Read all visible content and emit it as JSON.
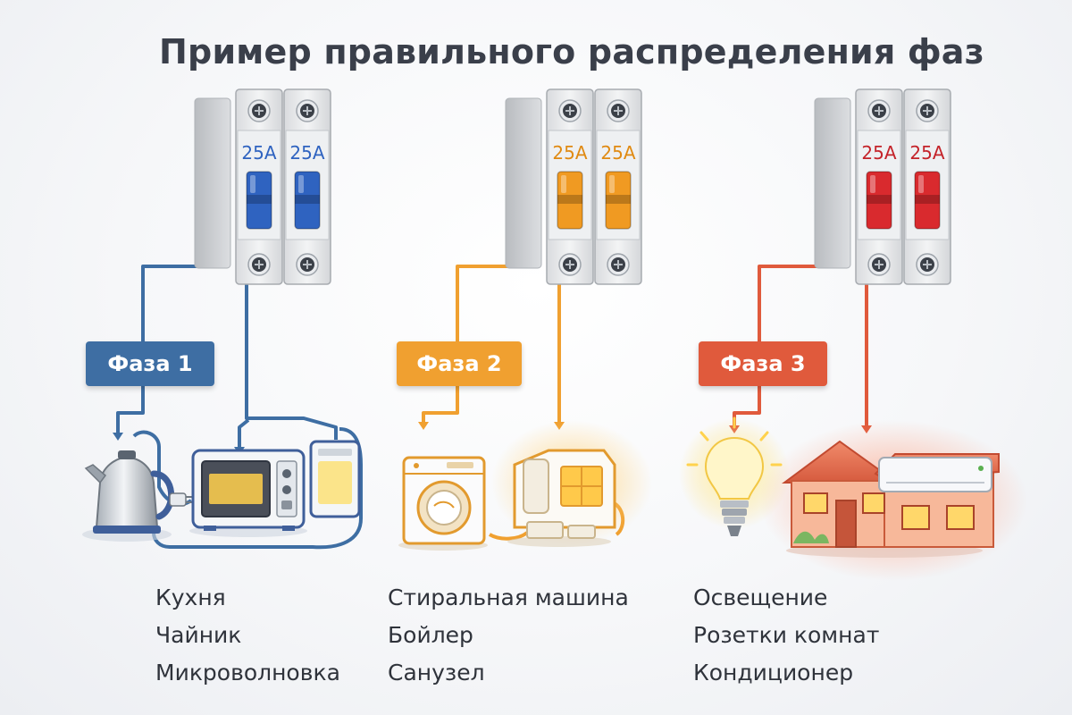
{
  "title": "Пример правильного распределения фаз",
  "phases": [
    {
      "label": "Фаза 1",
      "color": "#3e6ea3",
      "rating_left": "25A",
      "rating_right": "25A",
      "toggle_color": "#2f63c0",
      "loads": [
        "Кухня",
        "Чайник",
        "Микроволновка"
      ]
    },
    {
      "label": "Фаза 2",
      "color": "#f0a030",
      "rating_left": "25A",
      "rating_right": "25A",
      "toggle_color": "#f09a22",
      "loads": [
        "Стиральная машина",
        "Бойлер",
        "Санузел"
      ]
    },
    {
      "label": "Фаза 3",
      "color": "#e05a3c",
      "rating_left": "25A",
      "rating_right": "25A",
      "toggle_color": "#d92a2e",
      "loads": [
        "Освещение",
        "Розетки комнат",
        "Кондиционер"
      ]
    }
  ]
}
